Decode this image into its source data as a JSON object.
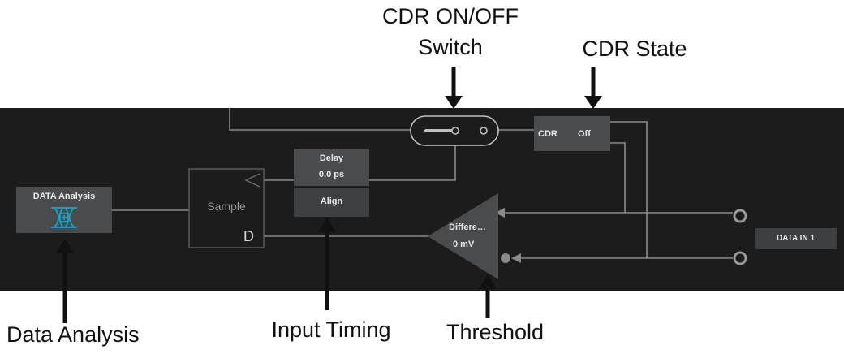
{
  "annotations": {
    "cdr_switch_line1": "CDR ON/OFF",
    "cdr_switch_line2": "Switch",
    "cdr_state": "CDR State",
    "data_analysis": "Data Analysis",
    "input_timing": "Input Timing",
    "threshold": "Threshold"
  },
  "blocks": {
    "data_analysis_title": "DATA Analysis",
    "sample_label": "Sample",
    "sample_d_port": "D",
    "delay_title": "Delay",
    "delay_value": "0.0 ps",
    "align_label": "Align",
    "cdr_label": "CDR",
    "cdr_state": "Off",
    "comparator_label": "Differe…",
    "comparator_value": "0 mV",
    "data_in_label": "DATA IN 1"
  },
  "colors": {
    "panel": "#1c1c1d",
    "block": "#4a4b4d",
    "wire": "#8a8a8a",
    "eye_icon": "#1aa3c8"
  },
  "icons": {
    "eye_diagram": "eye-diagram-icon",
    "arrow": "down-arrow-icon",
    "toggle": "toggle-switch-icon"
  }
}
